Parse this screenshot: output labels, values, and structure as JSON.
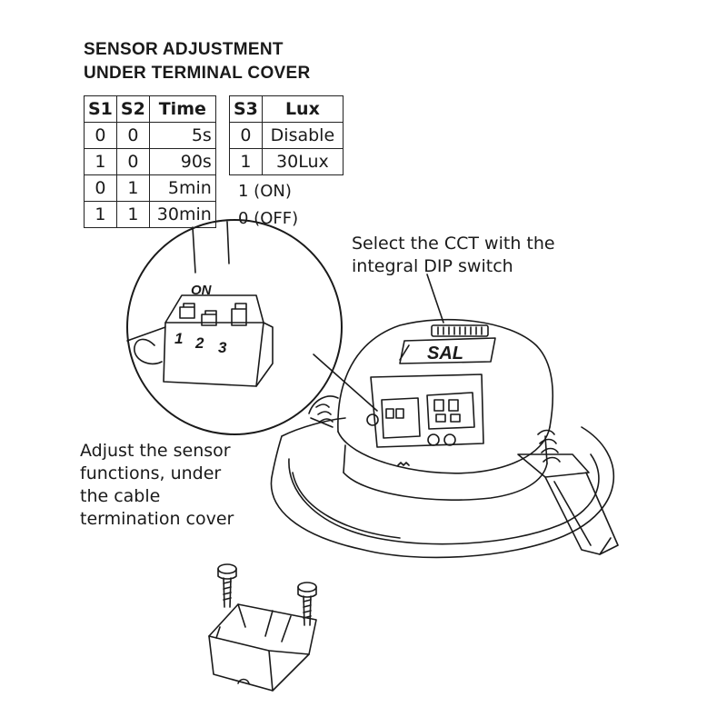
{
  "heading": {
    "line1": "SENSOR ADJUSTMENT",
    "line2": "UNDER TERMINAL COVER"
  },
  "time_table": {
    "headers": [
      "S1",
      "S2",
      "Time"
    ],
    "rows": [
      [
        "0",
        "0",
        "5s"
      ],
      [
        "1",
        "0",
        "90s"
      ],
      [
        "0",
        "1",
        "5min"
      ],
      [
        "1",
        "1",
        "30min"
      ]
    ]
  },
  "lux_table": {
    "headers": [
      "S3",
      "Lux"
    ],
    "rows": [
      [
        "0",
        "Disable"
      ],
      [
        "1",
        "30Lux"
      ]
    ],
    "extra": [
      "1 (ON)",
      "0 (OFF)"
    ]
  },
  "callouts": {
    "cct": [
      "Select the CCT with the",
      "integral DIP switch"
    ],
    "adjust": [
      "Adjust the sensor",
      "functions, under",
      "the cable",
      "termination cover"
    ]
  },
  "dip_switch": {
    "on_label": "ON",
    "numbers": [
      "1",
      "2",
      "3"
    ]
  },
  "brand": "SAL",
  "colors": {
    "line": "#1a1a1a",
    "background": "#ffffff"
  }
}
